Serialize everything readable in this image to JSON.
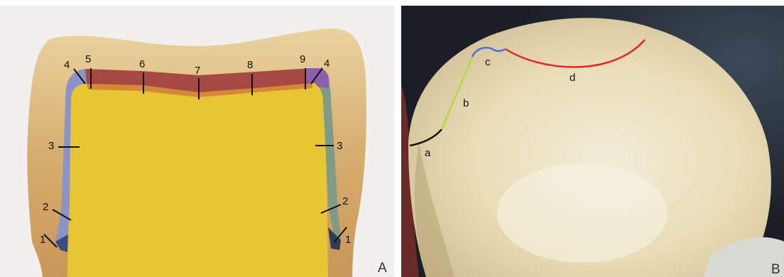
{
  "panel_a": {
    "letter": "A",
    "layer_colors": {
      "background": "#f2f1ef",
      "outer_tooth": "#d8b172",
      "core": "#e7c636",
      "top_dark": "#a44a44",
      "top_orange": "#d38a35",
      "left_blue": "#8a92c6",
      "right_green": "#7d9a86",
      "corner_purple": "#8a5ea8"
    },
    "labels": [
      "1",
      "2",
      "3",
      "4",
      "5",
      "6",
      "7",
      "8",
      "9",
      "4",
      "3",
      "2",
      "1"
    ]
  },
  "panel_b": {
    "letter": "B",
    "labels": [
      "a",
      "b",
      "c",
      "d"
    ],
    "line_colors": {
      "a": "#111111",
      "b": "#b6da3c",
      "c": "#4d6fd6",
      "d": "#e2262b"
    }
  }
}
